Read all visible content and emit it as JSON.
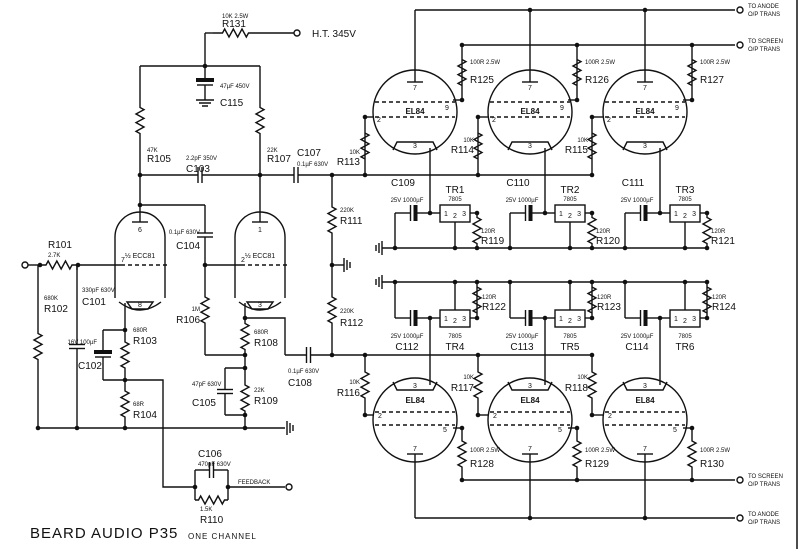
{
  "title": "BEARD AUDIO P35",
  "subtitle": "ONE CHANNEL",
  "ht_label": "H.T. 345V",
  "feedback_label": "FEEDBACK",
  "outputs": {
    "anode_top": [
      "TO ANODE",
      "O/P TRANS"
    ],
    "screen_top": [
      "TO SCREEN",
      "O/P TRANS"
    ],
    "screen_bottom": [
      "TO SCREEN",
      "O/P TRANS"
    ],
    "anode_bottom": [
      "TO ANODE",
      "O/P TRANS"
    ]
  },
  "tubes": {
    "driver": "½ ECC81",
    "output": "EL84",
    "driver_a_pins": [
      "6",
      "7",
      "8"
    ],
    "driver_b_pins": [
      "1",
      "2",
      "3"
    ],
    "output_upper_pins": [
      "7",
      "9",
      "2",
      "3"
    ],
    "output_lower_pins": [
      "3",
      "2",
      "5",
      "7"
    ]
  },
  "regulator_pins": [
    "1",
    "2",
    "3"
  ],
  "components": [
    {
      "ref": "R131",
      "value": "10K 2.5W"
    },
    {
      "ref": "C115",
      "value": "47µF 450V"
    },
    {
      "ref": "R105",
      "value": "47K"
    },
    {
      "ref": "R107",
      "value": "22K"
    },
    {
      "ref": "C103",
      "value": "2.2pF 350V"
    },
    {
      "ref": "C107",
      "value": "0.1µF 630V"
    },
    {
      "ref": "R113",
      "value": "10K"
    },
    {
      "ref": "R111",
      "value": "220K"
    },
    {
      "ref": "R101",
      "value": "2.7K"
    },
    {
      "ref": "R102",
      "value": "680K"
    },
    {
      "ref": "C101",
      "value": "330pF 630V"
    },
    {
      "ref": "C104",
      "value": "0.1µF 630V"
    },
    {
      "ref": "R106",
      "value": "1M"
    },
    {
      "ref": "R108",
      "value": "680R"
    },
    {
      "ref": "R109",
      "value": "22K"
    },
    {
      "ref": "C105",
      "value": "47pF 630V"
    },
    {
      "ref": "C108",
      "value": "0.1µF 630V"
    },
    {
      "ref": "R112",
      "value": "220K"
    },
    {
      "ref": "R116",
      "value": "10K"
    },
    {
      "ref": "C102",
      "value": "16V 100µF"
    },
    {
      "ref": "R103",
      "value": "680R"
    },
    {
      "ref": "R104",
      "value": "68R"
    },
    {
      "ref": "C106",
      "value": "470pF 630V"
    },
    {
      "ref": "R110",
      "value": "1.5K"
    },
    {
      "ref": "R125",
      "value": "100R 2.5W"
    },
    {
      "ref": "R126",
      "value": "100R 2.5W"
    },
    {
      "ref": "R127",
      "value": "100R 2.5W"
    },
    {
      "ref": "R114",
      "value": "10K"
    },
    {
      "ref": "R115",
      "value": "10K"
    },
    {
      "ref": "C109",
      "value": "25V 1000µF"
    },
    {
      "ref": "C110",
      "value": "25V 1000µF"
    },
    {
      "ref": "C111",
      "value": "25V 1000µF"
    },
    {
      "ref": "TR1",
      "value": "7805"
    },
    {
      "ref": "TR2",
      "value": "7805"
    },
    {
      "ref": "TR3",
      "value": "7805"
    },
    {
      "ref": "R119",
      "value": "120R"
    },
    {
      "ref": "R120",
      "value": "120R"
    },
    {
      "ref": "R121",
      "value": "120R"
    },
    {
      "ref": "R122",
      "value": "120R"
    },
    {
      "ref": "R123",
      "value": "120R"
    },
    {
      "ref": "R124",
      "value": "120R"
    },
    {
      "ref": "C112",
      "value": "25V 1000µF"
    },
    {
      "ref": "C113",
      "value": "25V 1000µF"
    },
    {
      "ref": "C114",
      "value": "25V 1000µF"
    },
    {
      "ref": "TR4",
      "value": "7805"
    },
    {
      "ref": "TR5",
      "value": "7805"
    },
    {
      "ref": "TR6",
      "value": "7805"
    },
    {
      "ref": "R117",
      "value": "10K"
    },
    {
      "ref": "R118",
      "value": "10K"
    },
    {
      "ref": "R128",
      "value": "100R 2.5W"
    },
    {
      "ref": "R129",
      "value": "100R 2.5W"
    },
    {
      "ref": "R130",
      "value": "100R 2.5W"
    }
  ]
}
